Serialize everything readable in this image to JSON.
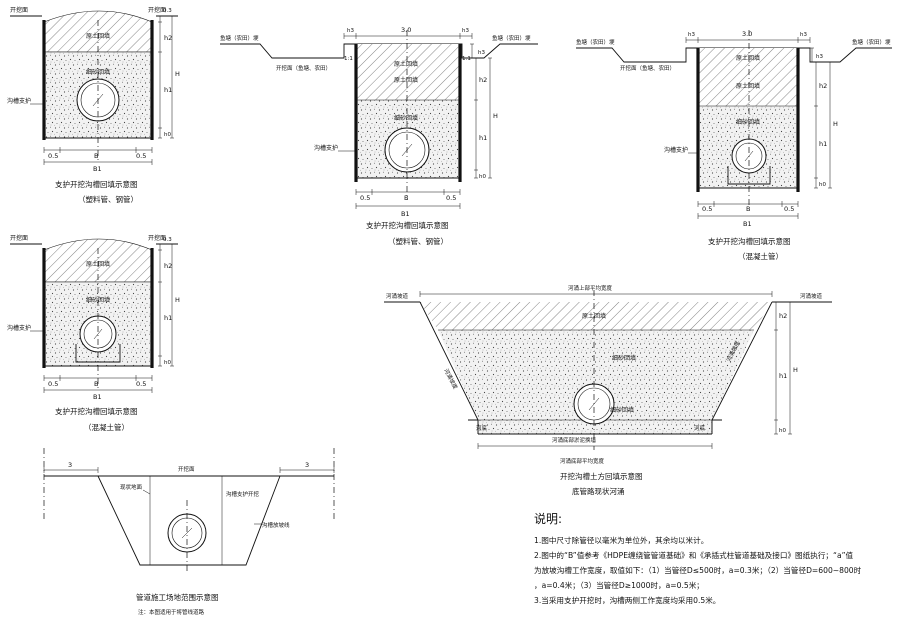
{
  "labels": {
    "excavation_surface": "开挖面",
    "original_backfill": "原土回填",
    "fine_sand_backfill": "细砂回填",
    "trench_support": "沟槽支护",
    "support_lap": "沟槽支护",
    "dim_03": "0.3",
    "dim_05": "0.5",
    "dim_B": "B",
    "dim_B1": "B1",
    "dim_H": "H",
    "dim_h1": "h1",
    "dim_h2": "h2",
    "dim_h0": "h0",
    "dim_h3": "h3",
    "dim_30": "3.0",
    "dim_3": "3",
    "slope_11": "1:1",
    "fish_pond": "鱼塘（农田）埂",
    "excavation_fish_paddy": "开挖面（鱼塘、农田）",
    "river_width_top": "河涌上部平均宽度",
    "river_width_bottom": "河涌底部平均宽度",
    "river_bank": "河涌坡度",
    "river_slope": "河涌坡道",
    "river_bottom": "河底",
    "river_silt": "河涌底部淤泥换填",
    "ground_existing": "现状地面",
    "trench_support_open": "沟槽支护开挖",
    "trench_slope_line": "沟槽放坡线"
  },
  "captions": {
    "d1_title": "支护开挖沟槽回填示意图",
    "d1_sub": "（塑料管、钢管）",
    "d2_title": "支护开挖沟槽回填示意图",
    "d2_sub": "（塑料管、钢管）",
    "d3_title": "支护开挖沟槽回填示意图",
    "d3_sub": "（混凝土管）",
    "d4_title": "支护开挖沟槽回填示意图",
    "d4_sub": "（混凝土管）",
    "d5_title": "开挖沟槽土方回填示意图",
    "d5_sub": "底管路现状河涌",
    "d6_title": "管道施工场地范围示意图",
    "d6_sub": "注：本图适用于将管线道路"
  },
  "notes": {
    "title": "说明:",
    "lines": [
      "1.图中尺寸除管径以毫米为单位外，其余均以米计。",
      "2.图中的“B”值参考《HDPE缠绕管管道基础》和《承插式柱管道基础及接口》图纸执行；“a”值",
      "   为放坡沟槽工作宽度，取值如下：（1）当管径D≤500时，a=0.3米；（2）当管径D=600~800时",
      "   ，a=0.4米；（3）当管径D≥1000时，a=0.5米；",
      "3.当采用支护开挖时，沟槽两侧工作宽度均采用0.5米。"
    ]
  }
}
